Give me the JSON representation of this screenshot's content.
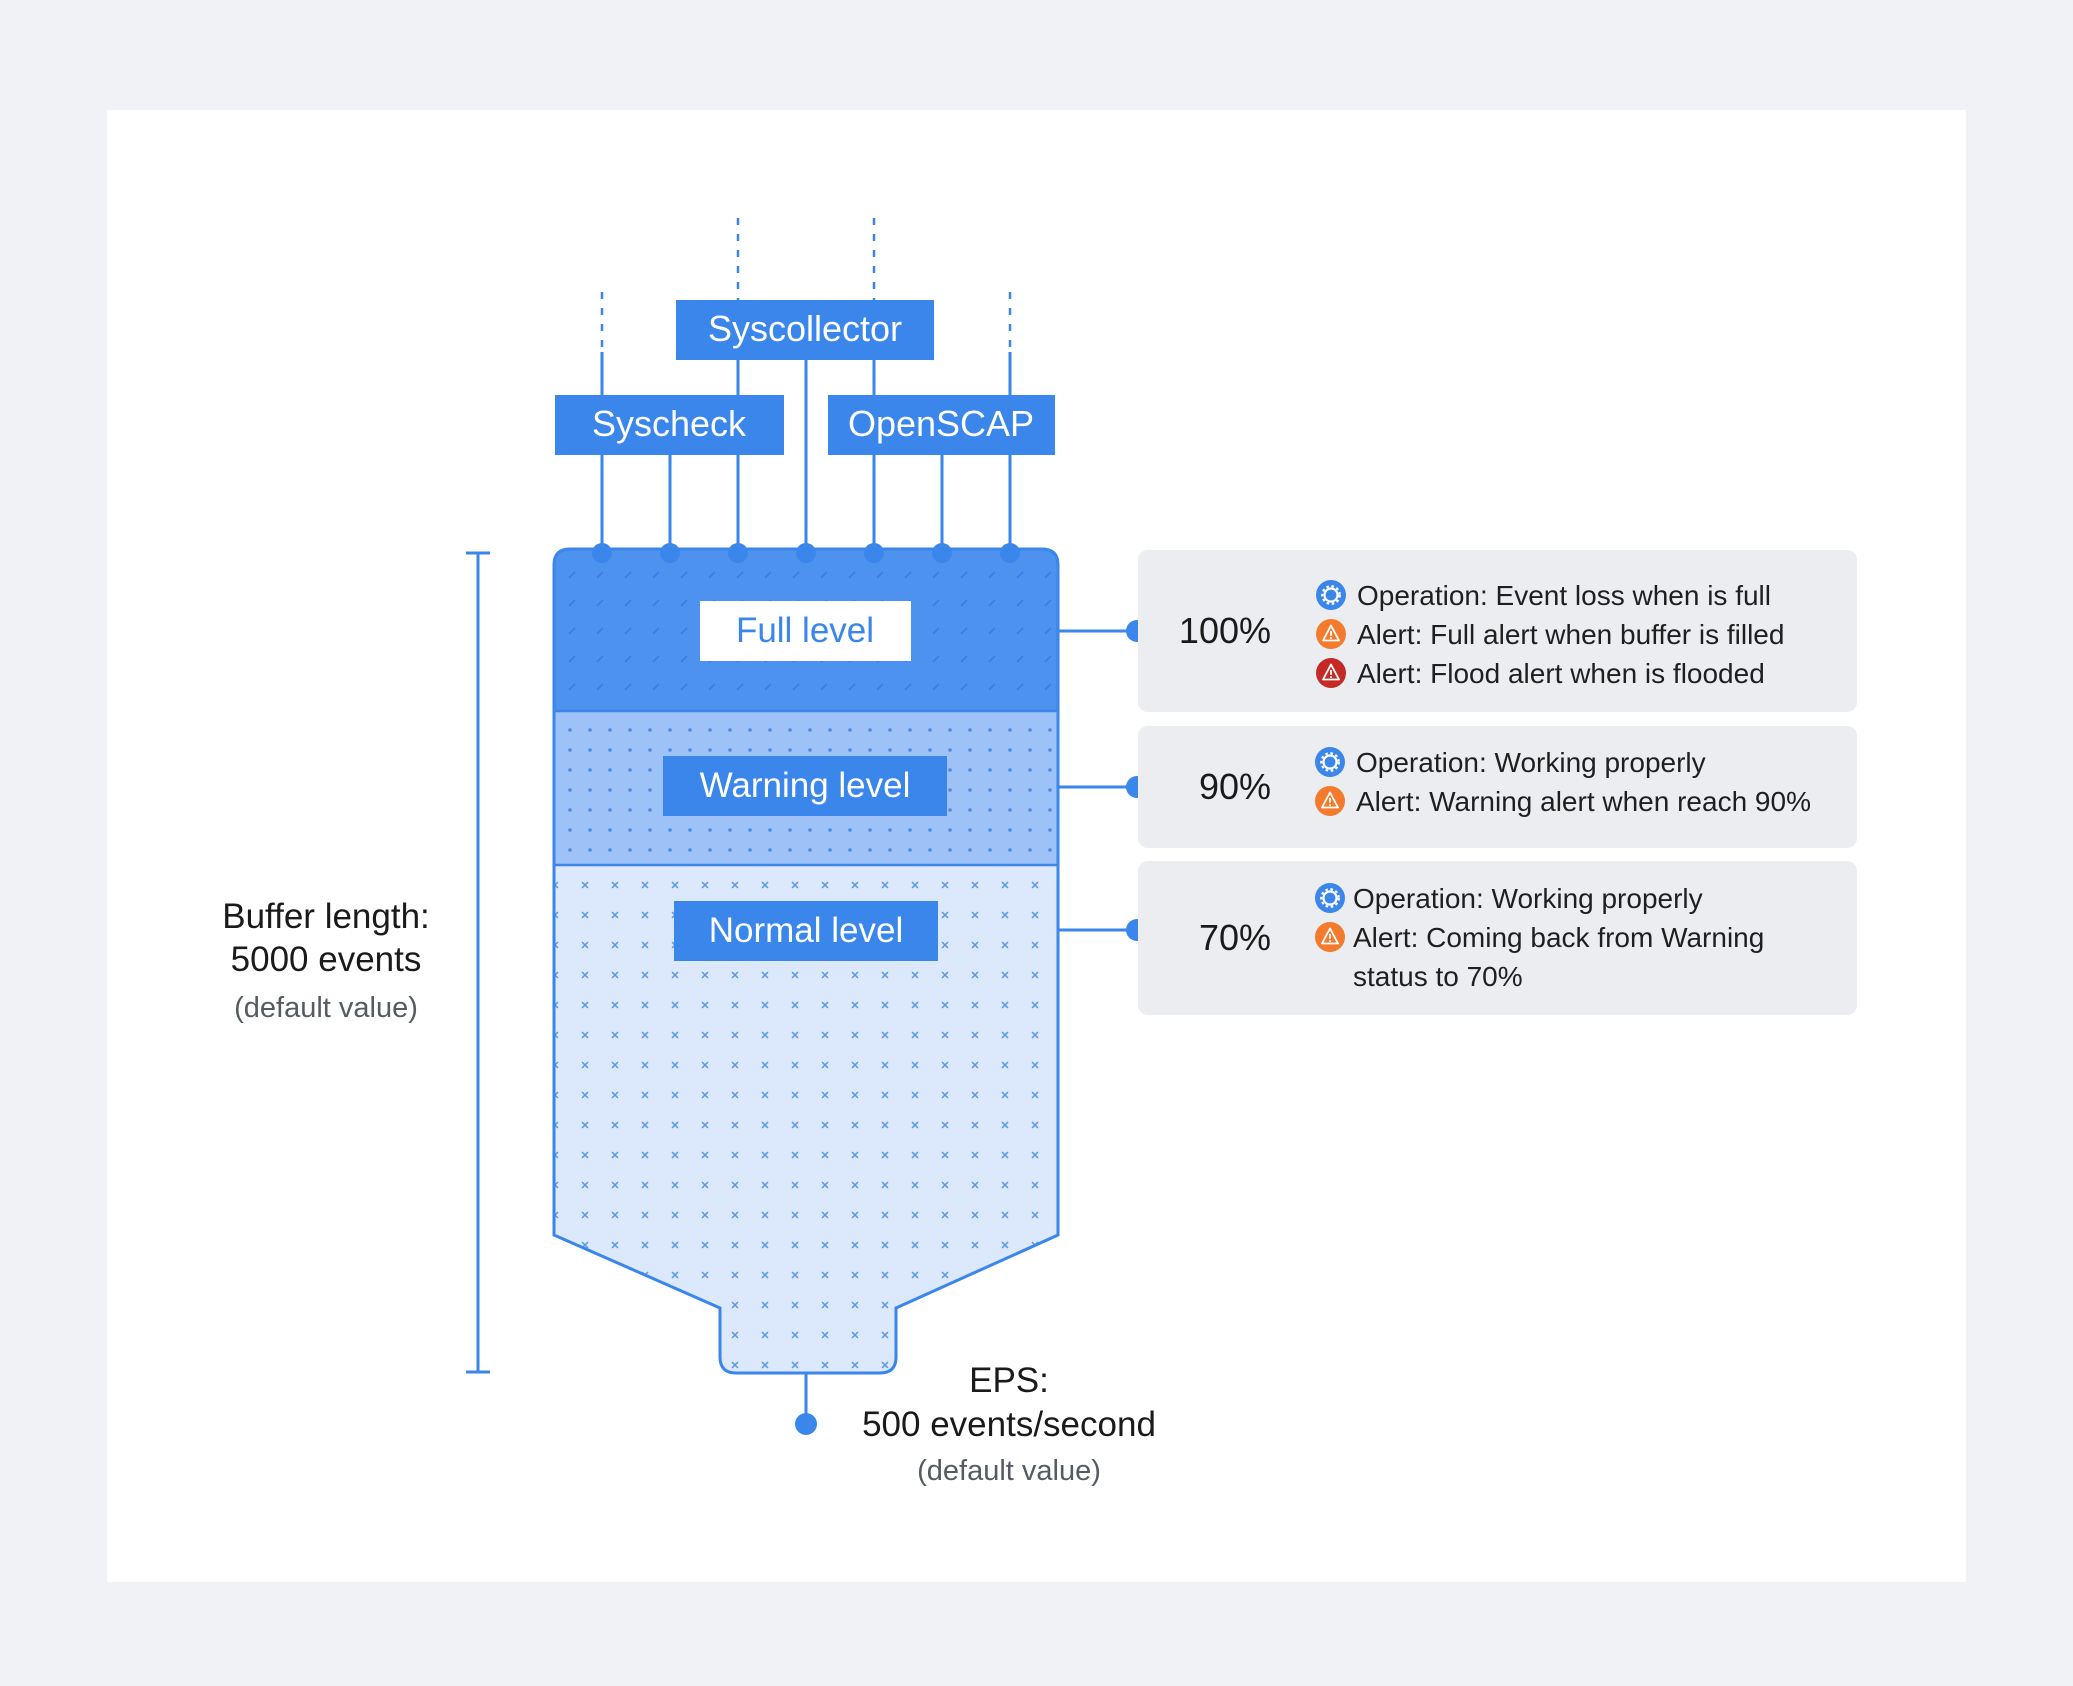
{
  "colors": {
    "page_bg": "#f0f2f5",
    "panel_bg": "#ffffff",
    "accent": "#3a86ea",
    "full_fill": "#4c92ee",
    "warning_fill": "#9cc2f7",
    "normal_fill": "#dce9fc",
    "card_bg": "#ebedf0",
    "info_icon": "#3a86ea",
    "alert_icon": "#f47a2e",
    "flood_icon": "#c42b26"
  },
  "sources": {
    "syscollector": "Syscollector",
    "syscheck": "Syscheck",
    "openscap": "OpenSCAP"
  },
  "levels": {
    "full": "Full level",
    "warning": "Warning level",
    "normal": "Normal level"
  },
  "buffer": {
    "line1": "Buffer length:",
    "line2": "5000 events",
    "line3": "(default value)"
  },
  "eps": {
    "line1": "EPS:",
    "line2": "500 events/second",
    "line3": "(default value)"
  },
  "cards": {
    "full": {
      "percent": "100%",
      "rows": [
        {
          "icon": "gear-icon",
          "text": "Operation: Event loss when is full"
        },
        {
          "icon": "warning-icon",
          "text": "Alert: Full alert when buffer is filled"
        },
        {
          "icon": "flood-warning-icon",
          "text": "Alert: Flood alert when is flooded"
        }
      ]
    },
    "warning": {
      "percent": "90%",
      "rows": [
        {
          "icon": "gear-icon",
          "text": "Operation: Working properly"
        },
        {
          "icon": "warning-icon",
          "text": "Alert: Warning alert when reach 90%"
        }
      ]
    },
    "normal": {
      "percent": "70%",
      "rows": [
        {
          "icon": "gear-icon",
          "text": "Operation: Working properly"
        },
        {
          "icon": "warning-icon",
          "text": "Alert: Coming back from Warning"
        }
      ],
      "continuation": "status to 70%"
    }
  }
}
